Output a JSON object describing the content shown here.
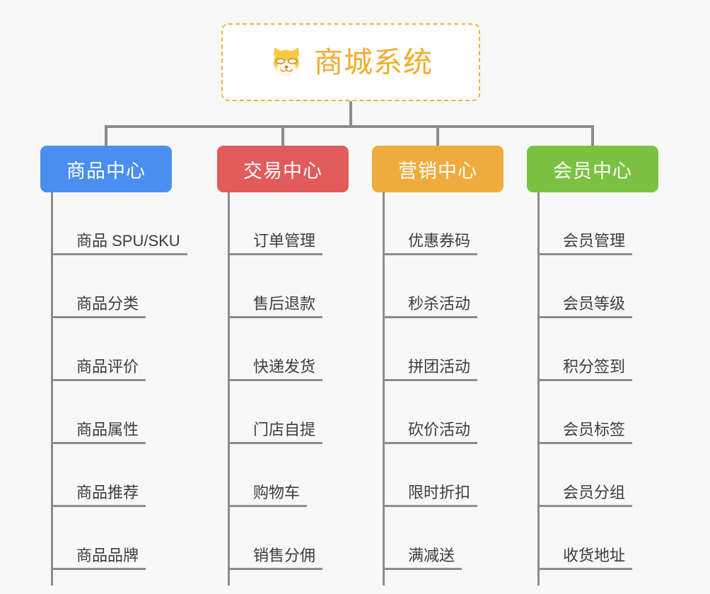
{
  "root": {
    "title": "商城系统",
    "icon": "shiba-dog-icon",
    "border_color": "#f2b33d",
    "text_color": "#f0ad2e",
    "background": "#ffffff"
  },
  "canvas": {
    "background": "#f8f8f8",
    "connector_color": "#8c8c8c"
  },
  "categories": [
    {
      "label": "商品中心",
      "color": "#4a8ef0",
      "items": [
        "商品 SPU/SKU",
        "商品分类",
        "商品评价",
        "商品属性",
        "商品推荐",
        "商品品牌"
      ]
    },
    {
      "label": "交易中心",
      "color": "#e15b5b",
      "items": [
        "订单管理",
        "售后退款",
        "快递发货",
        "门店自提",
        "购物车",
        "销售分佣"
      ]
    },
    {
      "label": "营销中心",
      "color": "#eeac3c",
      "items": [
        "优惠券码",
        "秒杀活动",
        "拼团活动",
        "砍价活动",
        "限时折扣",
        "满减送"
      ]
    },
    {
      "label": "会员中心",
      "color": "#7cc242",
      "items": [
        "会员管理",
        "会员等级",
        "积分签到",
        "会员标签",
        "会员分组",
        "收货地址"
      ]
    }
  ]
}
